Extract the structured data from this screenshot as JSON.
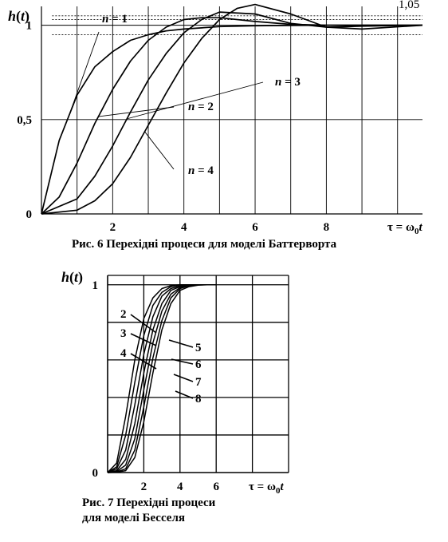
{
  "chart_data": [
    {
      "type": "line",
      "ylabel": "h(t)",
      "xlabel": "τ = ω0t",
      "xlim": [
        0,
        10.7
      ],
      "ylim": [
        0,
        1.1
      ],
      "xticks": [
        2,
        4,
        6,
        8
      ],
      "yticks": [
        0,
        0.5,
        1
      ],
      "ytick_labels": [
        "0",
        "0,5",
        "1"
      ],
      "reference_label": "1,05",
      "grid": true,
      "series": [
        {
          "name": "n = 1",
          "x": [
            0,
            0.5,
            1,
            1.5,
            2,
            2.5,
            3,
            3.5,
            4,
            5,
            6,
            7,
            8,
            10.7
          ],
          "y": [
            0,
            0.39,
            0.63,
            0.78,
            0.86,
            0.92,
            0.95,
            0.97,
            0.98,
            0.993,
            0.997,
            0.999,
            1.0,
            1.0
          ]
        },
        {
          "name": "n = 2",
          "x": [
            0,
            0.5,
            1,
            1.5,
            2,
            2.5,
            3,
            3.5,
            4,
            4.5,
            5,
            6,
            7,
            8,
            10.7
          ],
          "y": [
            0,
            0.09,
            0.27,
            0.48,
            0.66,
            0.81,
            0.92,
            0.99,
            1.03,
            1.04,
            1.04,
            1.02,
            1.005,
            1.0,
            1.0
          ]
        },
        {
          "name": "n = 3",
          "x": [
            0,
            1,
            1.5,
            2,
            2.5,
            3,
            3.5,
            4,
            4.5,
            5,
            6,
            7,
            8,
            9,
            10.7
          ],
          "y": [
            0,
            0.08,
            0.2,
            0.36,
            0.54,
            0.71,
            0.85,
            0.96,
            1.03,
            1.07,
            1.06,
            1.01,
            0.99,
            0.995,
            1.0
          ]
        },
        {
          "name": "n = 4",
          "x": [
            0,
            1,
            1.5,
            2,
            2.5,
            3,
            3.5,
            4,
            4.5,
            5,
            5.5,
            6,
            7,
            8,
            9,
            10.7
          ],
          "y": [
            0,
            0.02,
            0.07,
            0.16,
            0.3,
            0.47,
            0.64,
            0.8,
            0.93,
            1.03,
            1.09,
            1.11,
            1.06,
            0.99,
            0.98,
            1.0
          ]
        }
      ],
      "series_labels": [
        "n = 1",
        "n = 2",
        "n = 3",
        "n = 4"
      ]
    },
    {
      "type": "line",
      "ylabel": "h(t)",
      "xlabel": "τ = ω0t",
      "xlim": [
        0,
        10
      ],
      "ylim": [
        0,
        1.05
      ],
      "xticks": [
        2,
        4,
        6
      ],
      "yticks": [
        0,
        1
      ],
      "grid": true,
      "series": [
        {
          "name": "2",
          "x": [
            0,
            0.5,
            1,
            1.5,
            2,
            2.5,
            3,
            3.5,
            4,
            4.5,
            5
          ],
          "y": [
            0,
            0.05,
            0.3,
            0.6,
            0.82,
            0.93,
            0.98,
            0.995,
            1.0,
            1.0,
            1.0
          ]
        },
        {
          "name": "3",
          "x": [
            0,
            0.5,
            1,
            1.5,
            2,
            2.5,
            3,
            3.5,
            4,
            4.5,
            5
          ],
          "y": [
            0,
            0.03,
            0.2,
            0.48,
            0.73,
            0.89,
            0.96,
            0.99,
            1.0,
            1.0,
            1.0
          ]
        },
        {
          "name": "4",
          "x": [
            0,
            0.5,
            1,
            1.5,
            2,
            2.5,
            3,
            3.5,
            4,
            4.5,
            5
          ],
          "y": [
            0,
            0.02,
            0.12,
            0.36,
            0.63,
            0.83,
            0.94,
            0.98,
            0.995,
            1.0,
            1.0
          ]
        },
        {
          "name": "5",
          "x": [
            0,
            0.5,
            1,
            1.5,
            2,
            2.5,
            3,
            3.5,
            4,
            4.5,
            5,
            5.5
          ],
          "y": [
            0,
            0.01,
            0.07,
            0.26,
            0.53,
            0.76,
            0.9,
            0.97,
            0.99,
            1.0,
            1.0,
            1.0
          ]
        },
        {
          "name": "6",
          "x": [
            0,
            0.5,
            1,
            1.5,
            2,
            2.5,
            3,
            3.5,
            4,
            4.5,
            5,
            5.5
          ],
          "y": [
            0,
            0.005,
            0.04,
            0.18,
            0.44,
            0.69,
            0.86,
            0.95,
            0.985,
            0.997,
            1.0,
            1.0
          ]
        },
        {
          "name": "7",
          "x": [
            0,
            0.5,
            1,
            1.5,
            2,
            2.5,
            3,
            3.5,
            4,
            4.5,
            5,
            5.5
          ],
          "y": [
            0,
            0.003,
            0.02,
            0.12,
            0.35,
            0.61,
            0.81,
            0.93,
            0.98,
            0.995,
            1.0,
            1.0
          ]
        },
        {
          "name": "8",
          "x": [
            0,
            0.5,
            1,
            1.5,
            2,
            2.5,
            3,
            3.5,
            4,
            4.5,
            5,
            5.5,
            6
          ],
          "y": [
            0,
            0.002,
            0.01,
            0.08,
            0.27,
            0.53,
            0.76,
            0.9,
            0.97,
            0.99,
            0.998,
            1.0,
            1.0
          ]
        }
      ],
      "series_labels": [
        "2",
        "3",
        "4",
        "5",
        "6",
        "7",
        "8"
      ]
    }
  ],
  "captions": {
    "fig6": "Рис. 6 Перехідні процеси для моделі Баттерворта",
    "fig7_line1": "Рис. 7 Перехідні процеси",
    "fig7_line2": "для моделі Бесселя"
  }
}
